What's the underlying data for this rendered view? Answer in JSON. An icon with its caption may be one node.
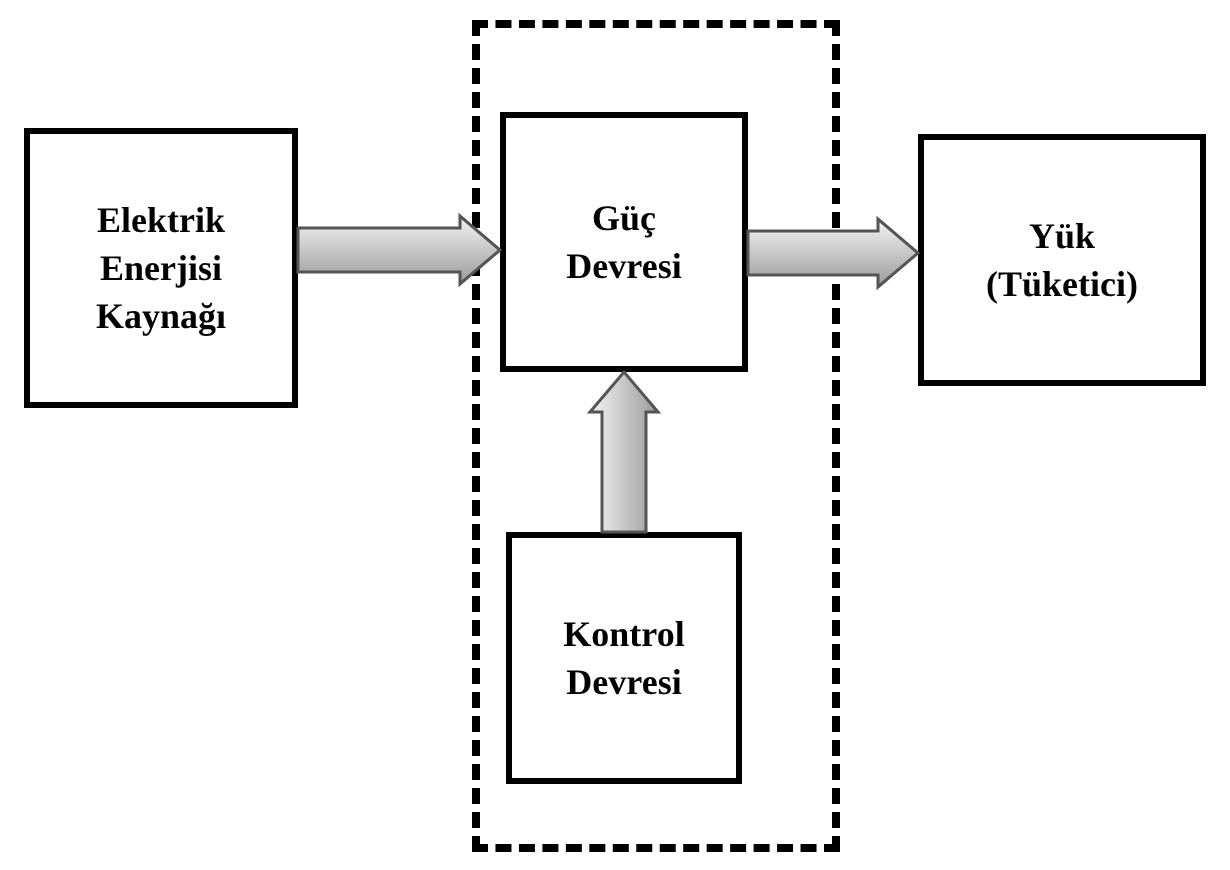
{
  "diagram": {
    "nodes": [
      {
        "text": [
          "Elektrik Enerjisi Kaynağı"
        ]
      },
      {
        "text": [],
        "shape": "box"
      },
      {
        "text": [
          "Güç Devresi"
        ],
        "in": 1
      },
      {
        "text": [
          "Kontrol Devresi"
        ],
        "in": 1
      },
      {
        "text": [
          "Yük (Tüketici)"
        ]
      }
    ],
    "edges": [
      {
        "from": 0,
        "to": 2,
        "arrow": "to"
      },
      {
        "from": 2,
        "to": 4,
        "arrow": "to"
      },
      {
        "from": 3,
        "to": 2,
        "arrow": "to"
      }
    ]
  }
}
